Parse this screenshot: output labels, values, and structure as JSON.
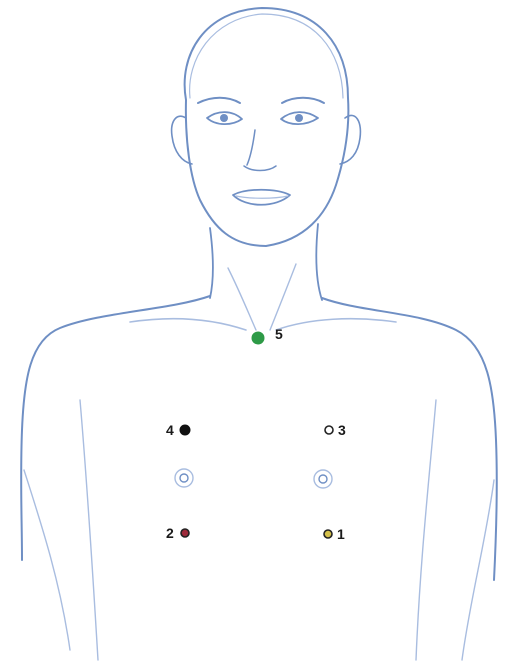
{
  "figure": {
    "subject": "front-torso-sketch",
    "line_color": "#6f8fc4"
  },
  "markers": [
    {
      "id": "marker-1",
      "label": "1",
      "color": "#d4c04a",
      "style": "ring-filled"
    },
    {
      "id": "marker-2",
      "label": "2",
      "color": "#9e2a3a",
      "style": "ring-filled"
    },
    {
      "id": "marker-3",
      "label": "3",
      "color": "#ffffff",
      "style": "ring-open"
    },
    {
      "id": "marker-4",
      "label": "4",
      "color": "#111111",
      "style": "solid"
    },
    {
      "id": "marker-5",
      "label": "5",
      "color": "#2e9a47",
      "style": "solid"
    }
  ]
}
